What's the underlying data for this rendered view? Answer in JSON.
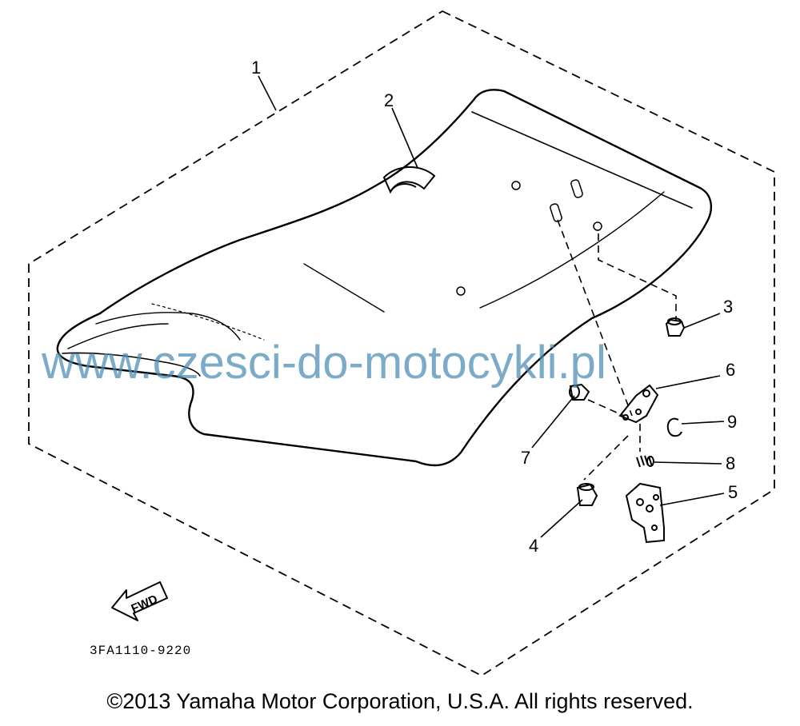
{
  "callouts": [
    {
      "id": "1",
      "label": "1"
    },
    {
      "id": "2",
      "label": "2"
    },
    {
      "id": "3",
      "label": "3"
    },
    {
      "id": "4",
      "label": "4"
    },
    {
      "id": "5",
      "label": "5"
    },
    {
      "id": "6",
      "label": "6"
    },
    {
      "id": "7",
      "label": "7"
    },
    {
      "id": "8",
      "label": "8"
    },
    {
      "id": "9",
      "label": "9"
    }
  ],
  "fwd_label": "FWD",
  "part_code": "3FA1110-9220",
  "watermark": "www.czesci-do-motocykli.pl",
  "copyright": "©2013 Yamaha Motor Corporation, U.S.A. All rights reserved.",
  "colors": {
    "line": "#000000",
    "watermark": "#4a8bb5",
    "background": "#ffffff"
  }
}
